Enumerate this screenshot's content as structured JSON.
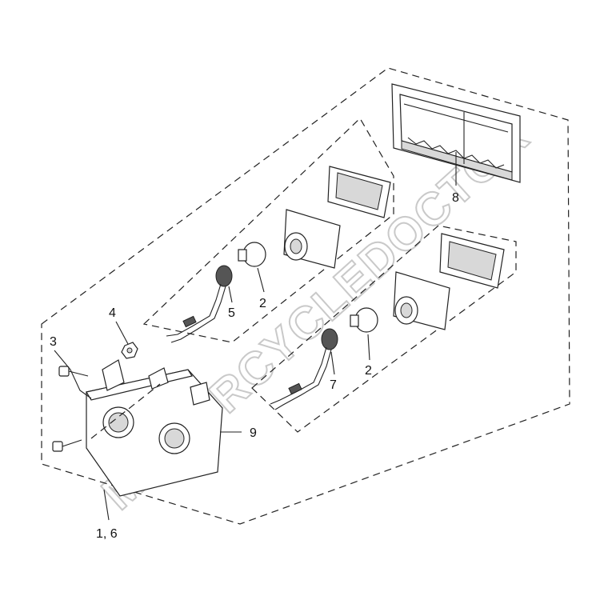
{
  "diagram": {
    "watermark": "MOTORCYCLEDOCTOR",
    "callouts": {
      "c1": "1, 6",
      "c2a": "2",
      "c2b": "2",
      "c3": "3",
      "c4": "4",
      "c5": "5",
      "c7": "7",
      "c8": "8",
      "c9": "9"
    },
    "colors": {
      "line": "#222222",
      "watermark": "#c9c9c9",
      "background": "#ffffff"
    }
  }
}
